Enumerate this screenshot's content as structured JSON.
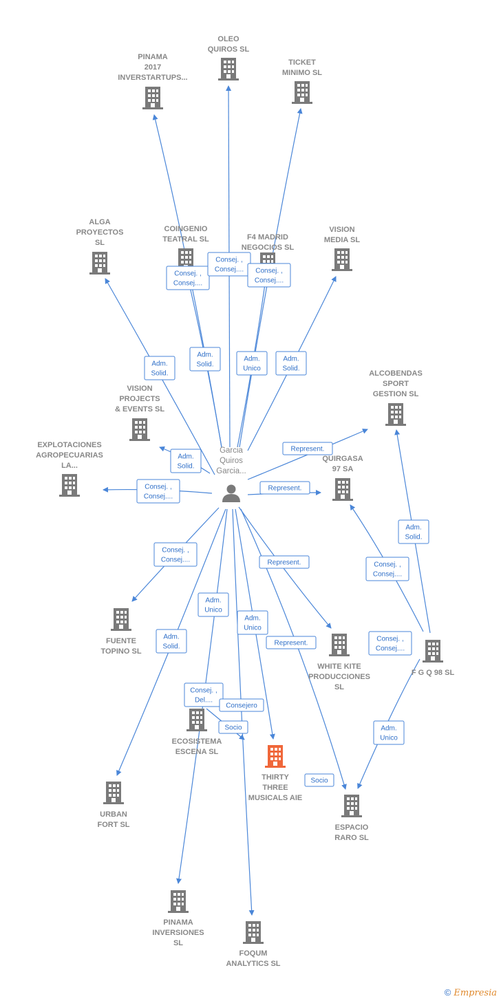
{
  "center": {
    "label_lines": [
      "Garcia",
      "Quiros",
      "Garcia..."
    ],
    "icon": "person-icon"
  },
  "colors": {
    "edge": "#4a86d8",
    "node": "#7a7a7a",
    "focus": "#f0673a",
    "label": "#888888"
  },
  "companies": [
    {
      "id": "oleo",
      "lines": [
        "OLEO",
        "QUIROS  SL"
      ]
    },
    {
      "id": "pinama2017",
      "lines": [
        "PINAMA",
        "2017",
        "INVERSTARTUPS..."
      ]
    },
    {
      "id": "ticket",
      "lines": [
        "TICKET",
        "MINIMO  SL"
      ]
    },
    {
      "id": "alga",
      "lines": [
        "ALGA",
        "PROYECTOS",
        "SL"
      ]
    },
    {
      "id": "coingenio",
      "lines": [
        "COINGENIO",
        "TEATRAL  SL"
      ]
    },
    {
      "id": "f4madrid",
      "lines": [
        "F4 MADRID",
        "NEGOCIOS  SL"
      ]
    },
    {
      "id": "visionmedia",
      "lines": [
        "VISION",
        "MEDIA SL"
      ]
    },
    {
      "id": "alcobendas",
      "lines": [
        "ALCOBENDAS",
        "SPORT",
        "GESTION  SL"
      ]
    },
    {
      "id": "visionprojects",
      "lines": [
        "VISION",
        "PROJECTS",
        "& EVENTS SL"
      ]
    },
    {
      "id": "explotaciones",
      "lines": [
        "EXPLOTACIONES",
        "AGROPECUARIAS",
        "LA..."
      ]
    },
    {
      "id": "quirgasa",
      "lines": [
        "QUIRGASA",
        "97 SA"
      ]
    },
    {
      "id": "fuente",
      "lines": [
        "FUENTE",
        "TOPINO  SL"
      ]
    },
    {
      "id": "whitekite",
      "lines": [
        "WHITE KITE",
        "PRODUCCIONES",
        "SL"
      ]
    },
    {
      "id": "fgq98",
      "lines": [
        "F G Q 98  SL"
      ]
    },
    {
      "id": "ecosistema",
      "lines": [
        "ECOSISTEMA",
        "ESCENA  SL"
      ]
    },
    {
      "id": "thirty",
      "lines": [
        "THIRTY",
        "THREE",
        "MUSICALS AIE"
      ],
      "focus": true
    },
    {
      "id": "espacio",
      "lines": [
        "ESPACIO",
        "RARO  SL"
      ]
    },
    {
      "id": "urban",
      "lines": [
        "URBAN",
        "FORT  SL"
      ]
    },
    {
      "id": "pinamainv",
      "lines": [
        "PINAMA",
        "INVERSIONES",
        "SL"
      ]
    },
    {
      "id": "foqum",
      "lines": [
        "FOQUM",
        "ANALYTICS  SL"
      ]
    }
  ],
  "edges": [
    {
      "from": "center",
      "to": "pinama2017"
    },
    {
      "from": "center",
      "to": "oleo"
    },
    {
      "from": "center",
      "to": "ticket"
    },
    {
      "from": "center",
      "to": "alga"
    },
    {
      "from": "center",
      "to": "coingenio"
    },
    {
      "from": "center",
      "to": "f4madrid"
    },
    {
      "from": "center",
      "to": "visionmedia"
    },
    {
      "from": "center",
      "to": "alcobendas"
    },
    {
      "from": "center",
      "to": "visionprojects"
    },
    {
      "from": "center",
      "to": "explotaciones"
    },
    {
      "from": "center",
      "to": "quirgasa"
    },
    {
      "from": "center",
      "to": "fuente"
    },
    {
      "from": "center",
      "to": "whitekite"
    },
    {
      "from": "center",
      "to": "thirty"
    },
    {
      "from": "center",
      "to": "espacio"
    },
    {
      "from": "center",
      "to": "urban"
    },
    {
      "from": "center",
      "to": "pinamainv"
    },
    {
      "from": "center",
      "to": "foqum"
    },
    {
      "from": "fgq98",
      "to": "alcobendas"
    },
    {
      "from": "fgq98",
      "to": "quirgasa"
    },
    {
      "from": "fgq98",
      "to": "espacio"
    },
    {
      "from": "ecosistema",
      "to": "foqum"
    }
  ],
  "badges": [
    {
      "lines": [
        "Consej. ,",
        "Consej...."
      ]
    },
    {
      "lines": [
        "Consej. ,",
        "Consej...."
      ]
    },
    {
      "lines": [
        "Consej. ,",
        "Consej...."
      ]
    },
    {
      "lines": [
        "Adm.",
        "Solid."
      ]
    },
    {
      "lines": [
        "Adm.",
        "Unico"
      ]
    },
    {
      "lines": [
        "Adm.",
        "Solid."
      ]
    },
    {
      "lines": [
        "Adm.",
        "Solid."
      ]
    },
    {
      "lines": [
        "Adm.",
        "Solid."
      ]
    },
    {
      "lines": [
        "Represent."
      ]
    },
    {
      "lines": [
        "Consej. ,",
        "Consej...."
      ]
    },
    {
      "lines": [
        "Represent."
      ]
    },
    {
      "lines": [
        "Consej. ,",
        "Consej...."
      ]
    },
    {
      "lines": [
        "Adm.",
        "Solid."
      ]
    },
    {
      "lines": [
        "Consej. ,",
        "Consej...."
      ]
    },
    {
      "lines": [
        "Adm.",
        "Unico"
      ]
    },
    {
      "lines": [
        "Represent."
      ]
    },
    {
      "lines": [
        "Adm.",
        "Unico"
      ]
    },
    {
      "lines": [
        "Consej. ,",
        "Consej...."
      ]
    },
    {
      "lines": [
        "Adm.",
        "Solid."
      ]
    },
    {
      "lines": [
        "Represent."
      ]
    },
    {
      "lines": [
        "Consej. ,",
        "Del...."
      ]
    },
    {
      "lines": [
        "Consejero"
      ]
    },
    {
      "lines": [
        "Socio"
      ]
    },
    {
      "lines": [
        "Adm.",
        "Unico"
      ]
    },
    {
      "lines": [
        "Socio"
      ]
    }
  ],
  "footer": {
    "copyright": "©",
    "brand": "Empresia"
  }
}
